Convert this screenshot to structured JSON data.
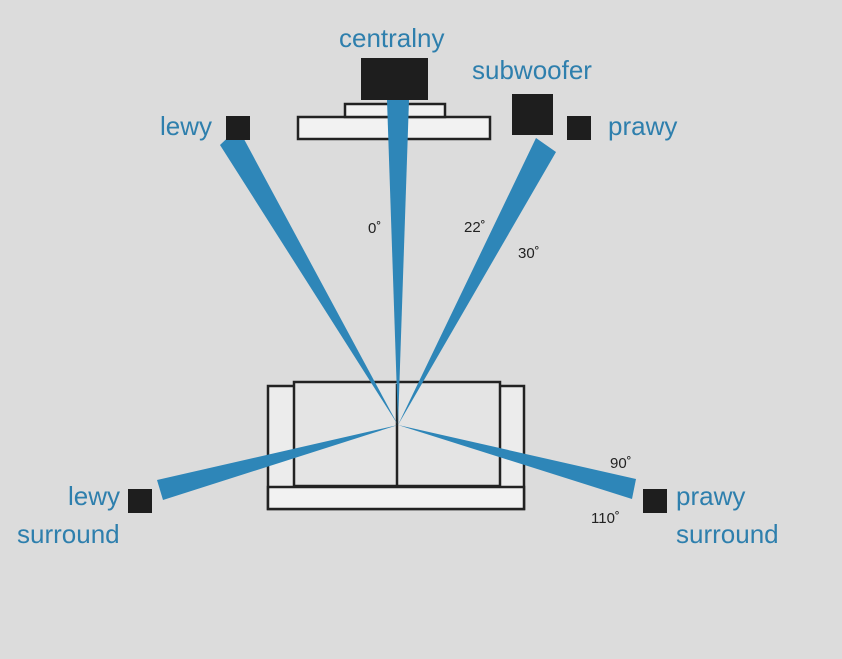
{
  "labels": {
    "center": "centralny",
    "subwoofer": "subwoofer",
    "left": "lewy",
    "right": "prawy",
    "left_surround_1": "lewy",
    "left_surround_2": "surround",
    "right_surround_1": "prawy",
    "right_surround_2": "surround"
  },
  "angles": {
    "center": "0˚",
    "right_inner": "22˚",
    "right_outer": "30˚",
    "surround_inner": "90˚",
    "surround_outer": "110˚"
  },
  "colors": {
    "background": "#dcdcdc",
    "beam": "#2e86b8",
    "label": "#2e7fad",
    "speaker": "#1e1e1e",
    "outline": "#222222"
  }
}
